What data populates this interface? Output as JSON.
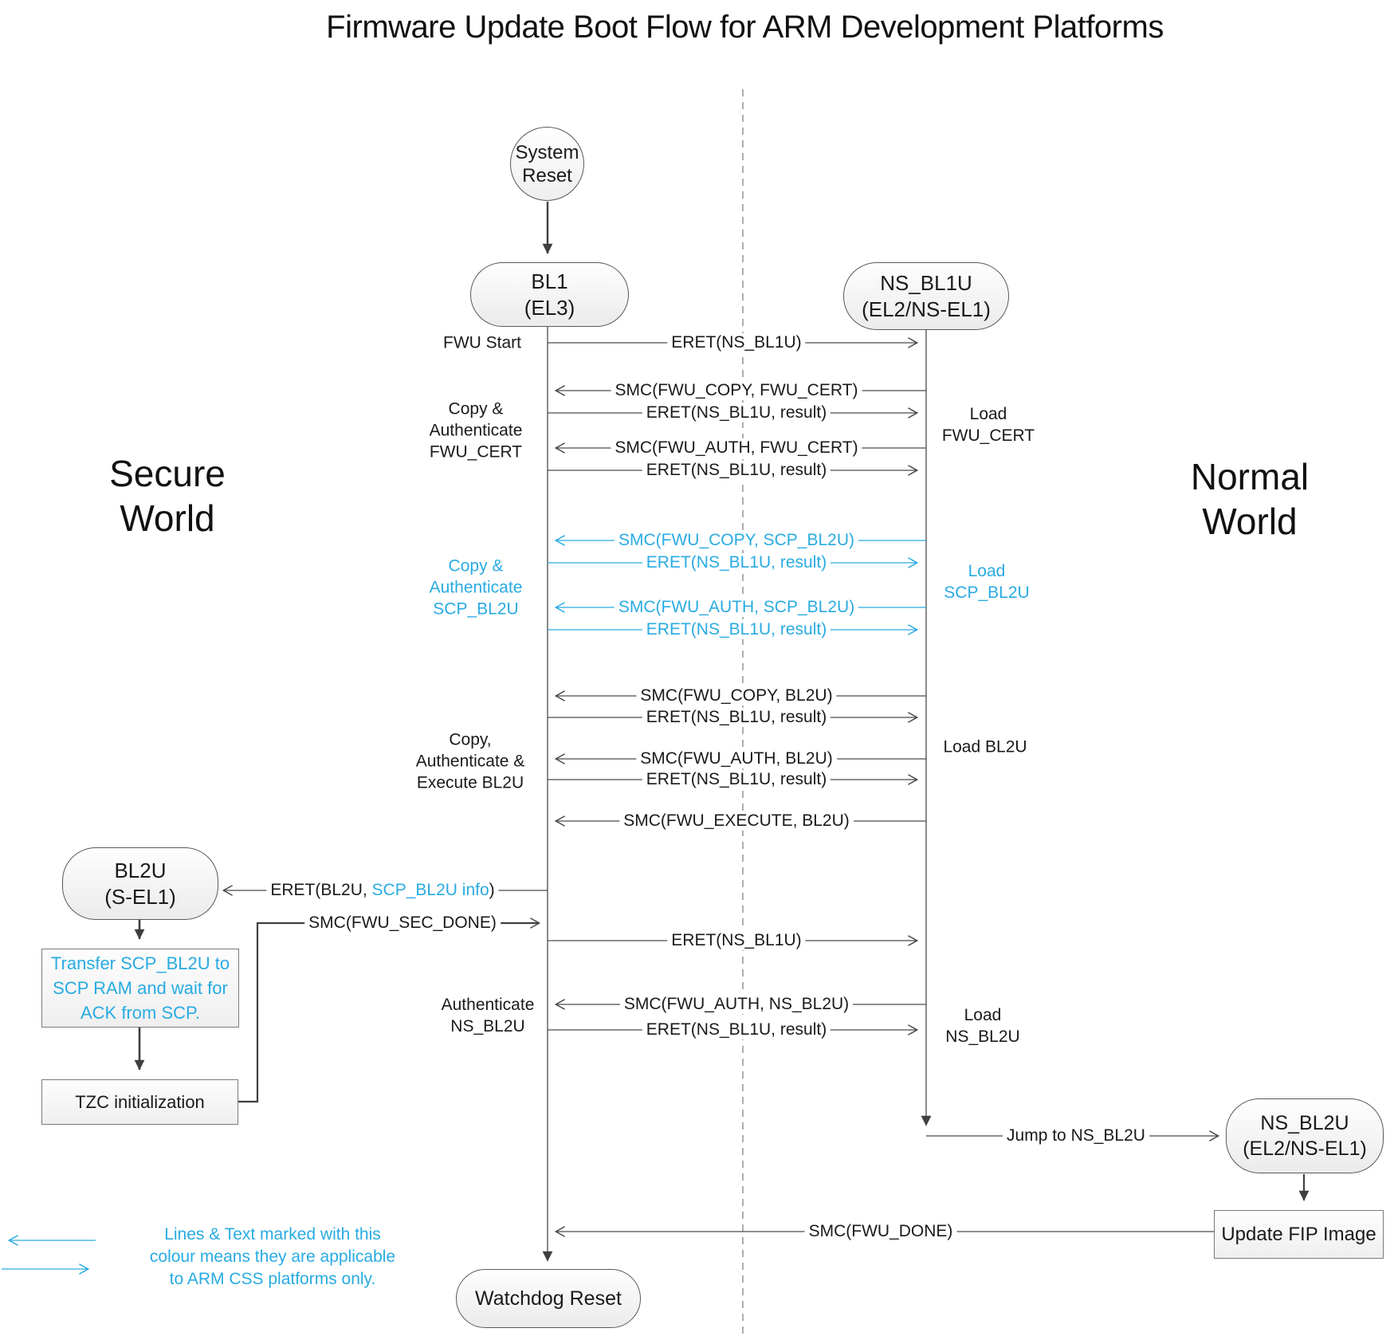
{
  "title": "Firmware Update Boot Flow for ARM Development Platforms",
  "colors": {
    "accent_blue": "#29ABE2",
    "line": "#4a4a4a"
  },
  "worlds": {
    "secure": "Secure\nWorld",
    "normal": "Normal\nWorld"
  },
  "nodes": {
    "system_reset": "System\nReset",
    "bl1": "BL1\n(EL3)",
    "ns_bl1u": "NS_BL1U\n(EL2/NS-EL1)",
    "bl2u": "BL2U\n(S-EL1)",
    "ns_bl2u": "NS_BL2U\n(EL2/NS-EL1)",
    "transfer_scp": "Transfer SCP_BL2U to\nSCP RAM and wait for\nACK from SCP.",
    "tzc": "TZC initialization",
    "update_fip": "Update FIP Image",
    "watchdog": "Watchdog Reset"
  },
  "messages": [
    {
      "label": "ERET(NS_BL1U)",
      "color": "black"
    },
    {
      "label": "SMC(FWU_COPY, FWU_CERT)",
      "color": "black"
    },
    {
      "label": "ERET(NS_BL1U, result)",
      "color": "black"
    },
    {
      "label": "SMC(FWU_AUTH, FWU_CERT)",
      "color": "black"
    },
    {
      "label": "ERET(NS_BL1U, result)",
      "color": "black"
    },
    {
      "label": "SMC(FWU_COPY, SCP_BL2U)",
      "color": "blue"
    },
    {
      "label": "ERET(NS_BL1U, result)",
      "color": "blue"
    },
    {
      "label": "SMC(FWU_AUTH, SCP_BL2U)",
      "color": "blue"
    },
    {
      "label": "ERET(NS_BL1U, result)",
      "color": "blue"
    },
    {
      "label": "SMC(FWU_COPY, BL2U)",
      "color": "black"
    },
    {
      "label": "ERET(NS_BL1U, result)",
      "color": "black"
    },
    {
      "label": "SMC(FWU_AUTH, BL2U)",
      "color": "black"
    },
    {
      "label": "ERET(NS_BL1U, result)",
      "color": "black"
    },
    {
      "label": "SMC(FWU_EXECUTE, BL2U)",
      "color": "black"
    },
    {
      "label": "ERET(NS_BL1U)",
      "color": "black"
    },
    {
      "label": "SMC(FWU_AUTH, NS_BL2U)",
      "color": "black"
    },
    {
      "label": "ERET(NS_BL1U, result)",
      "color": "black"
    }
  ],
  "special_messages": {
    "eret_bl2u": {
      "pre": "ERET(BL2U, ",
      "blue": "SCP_BL2U info",
      "post": ")"
    },
    "smc_sec_done": "SMC(FWU_SEC_DONE)",
    "jump_ns_bl2u": "Jump to NS_BL2U",
    "smc_fwu_done": "SMC(FWU_DONE)"
  },
  "side_labels": {
    "fwu_start": "FWU Start",
    "copy_auth_fwu_cert": "Copy &\nAuthenticate\nFWU_CERT",
    "copy_auth_scp_bl2u": "Copy &\nAuthenticate\nSCP_BL2U",
    "copy_auth_exec_bl2u": "Copy,\nAuthenticate &\nExecute BL2U",
    "auth_ns_bl2u": "Authenticate\nNS_BL2U",
    "load_fwu_cert": "Load\nFWU_CERT",
    "load_scp_bl2u": "Load\nSCP_BL2U",
    "load_bl2u": "Load BL2U",
    "load_ns_bl2u": "Load\nNS_BL2U"
  },
  "legend": {
    "text": "Lines & Text marked with this\ncolour means they are applicable\nto ARM CSS platforms only."
  }
}
